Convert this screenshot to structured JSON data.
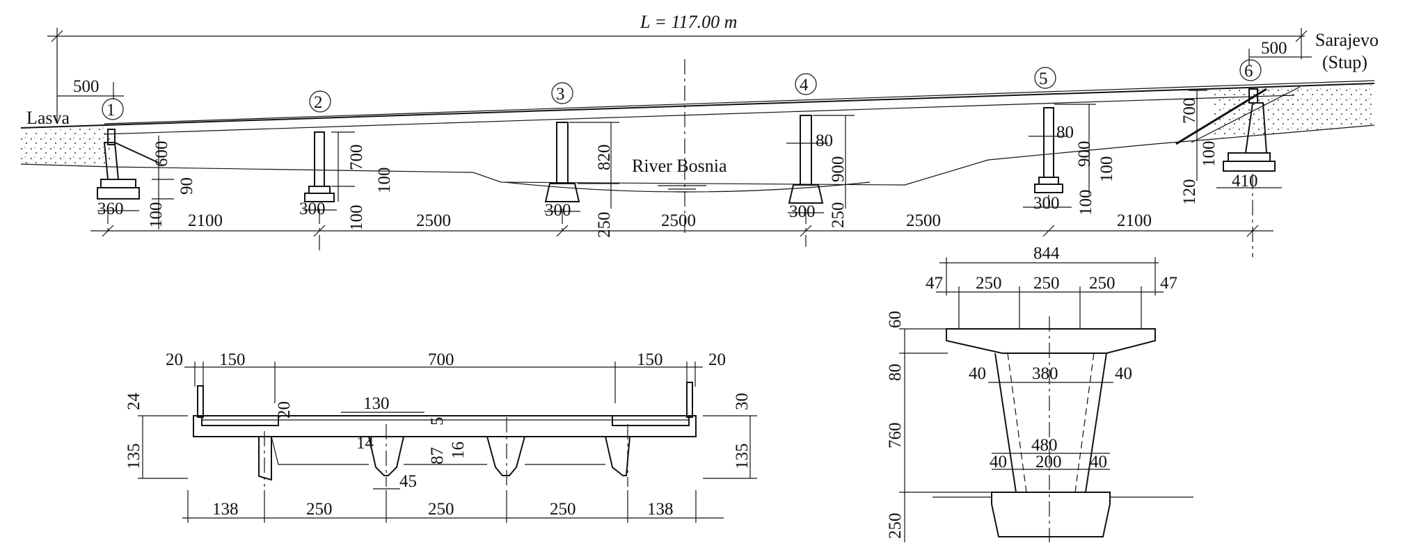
{
  "elevation": {
    "total_length": "L = 117.00 m",
    "left_place": "Lasva",
    "right_place_line1": "Sarajevo",
    "right_place_line2": "(Stup)",
    "river": "River Bosnia",
    "pier_labels": [
      "1",
      "2",
      "3",
      "4",
      "5",
      "6"
    ],
    "spans": [
      "2100",
      "2500",
      "2500",
      "2500",
      "2100"
    ],
    "dims": {
      "left_offset": "500",
      "right_offset": "500",
      "abut1_height": "600",
      "abut1_footing_gap": "90",
      "abut1_footing_h": "100",
      "abut1_footing_w": "360",
      "pier2_height": "700",
      "pier2_gap": "100",
      "pier2_footing_h": "100",
      "pier2_footing_w": "300",
      "pier3_height": "820",
      "pier3_footing_w": "300",
      "pier3_footing_h": "250",
      "pier4_col": "80",
      "pier4_height": "900",
      "pier4_footing_w": "300",
      "pier4_footing_h": "250",
      "pier5_col": "80",
      "pier5_height": "900",
      "pier5_gap": "100",
      "pier5_footing_w": "300",
      "pier5_footing_h": "100",
      "abut6_height": "700",
      "abut6_gap": "100",
      "abut6_footing_h": "120",
      "abut6_footing_w": "410"
    }
  },
  "deck_section": {
    "top": [
      "20",
      "150",
      "700",
      "150",
      "20"
    ],
    "bottom": [
      "138",
      "250",
      "250",
      "250",
      "138"
    ],
    "inner": {
      "rib": "130",
      "curb": "20",
      "slab": "5",
      "web_gap": "14",
      "web_h": "87",
      "slab_t": "16",
      "bottom_w": "45"
    },
    "left_h": "135",
    "left_rail": "24",
    "right_h": "135",
    "right_rail": "30"
  },
  "pier_section": {
    "total_width": "844",
    "top_parts": [
      "47",
      "250",
      "250",
      "250",
      "47"
    ],
    "cap_h": "60",
    "haunch_h": "80",
    "shaft_h": "760",
    "footing_h": "250",
    "top_width": "380",
    "top_wall": "40",
    "top_wall_r": "40",
    "bottom_outer": "480",
    "bottom_wall": "40",
    "bottom_inner": "200",
    "bottom_wall_r": "40"
  }
}
